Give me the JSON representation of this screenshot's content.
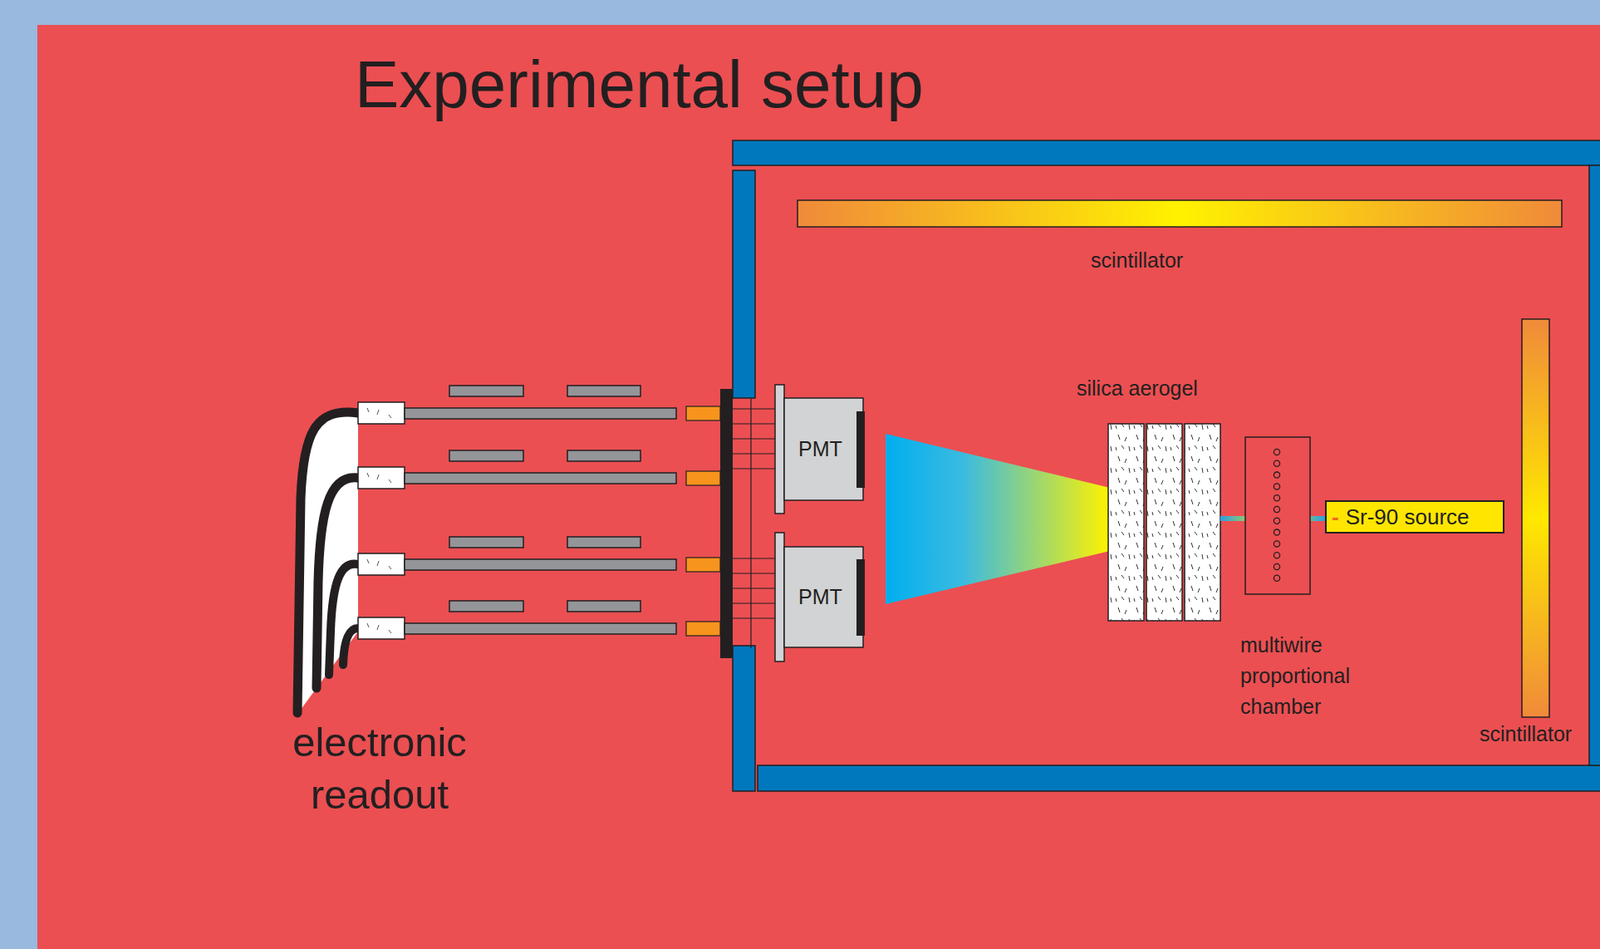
{
  "diagram": {
    "title": "Experimental setup",
    "nodes": [
      {
        "text": [
          "PMT"
        ]
      },
      {
        "text": [
          "PMT"
        ]
      },
      {
        "text": [
          "-",
          "Sr-90 source"
        ]
      }
    ],
    "labels": [
      "scintillator",
      "silica aerogel",
      "multiwire proportional chamber",
      "scintillator",
      "electronic readout"
    ]
  }
}
